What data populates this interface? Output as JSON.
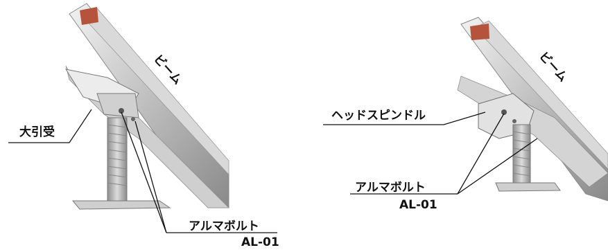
{
  "left_figure": {
    "beam_label": "ビーム",
    "support_label": "大引受",
    "bolt_label": "アルマボルト",
    "bolt_code": "AL-01"
  },
  "right_figure": {
    "beam_label": "ビーム",
    "spindle_label": "ヘッドスピンドル",
    "bolt_label": "アルマボルト",
    "bolt_code": "AL-01"
  },
  "colors": {
    "metal_light": "#e6e6e6",
    "metal_mid": "#b9b9b9",
    "metal_dark": "#7d7d7d",
    "cap_red": "#b5533c",
    "line": "#111111"
  }
}
